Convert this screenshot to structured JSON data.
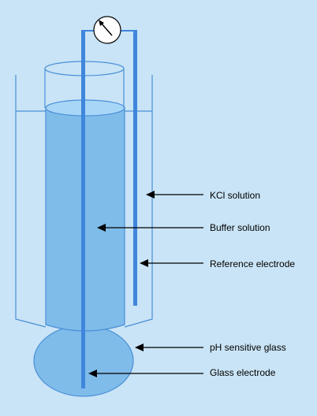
{
  "labels": {
    "kcl": "KCl solution",
    "buffer": "Buffer solution",
    "reference": "Reference electrode",
    "ph_glass": "pH sensitive glass",
    "glass_electrode": "Glass electrode"
  },
  "colors": {
    "background": "#c9e4f6",
    "outline": "#4a8fd8",
    "solution_fill": "#7fbce9",
    "solution_top": "#a8d6f7",
    "electrode": "#3f86dc",
    "arrow": "#000000"
  },
  "icons": {
    "meter": "voltmeter-icon"
  }
}
